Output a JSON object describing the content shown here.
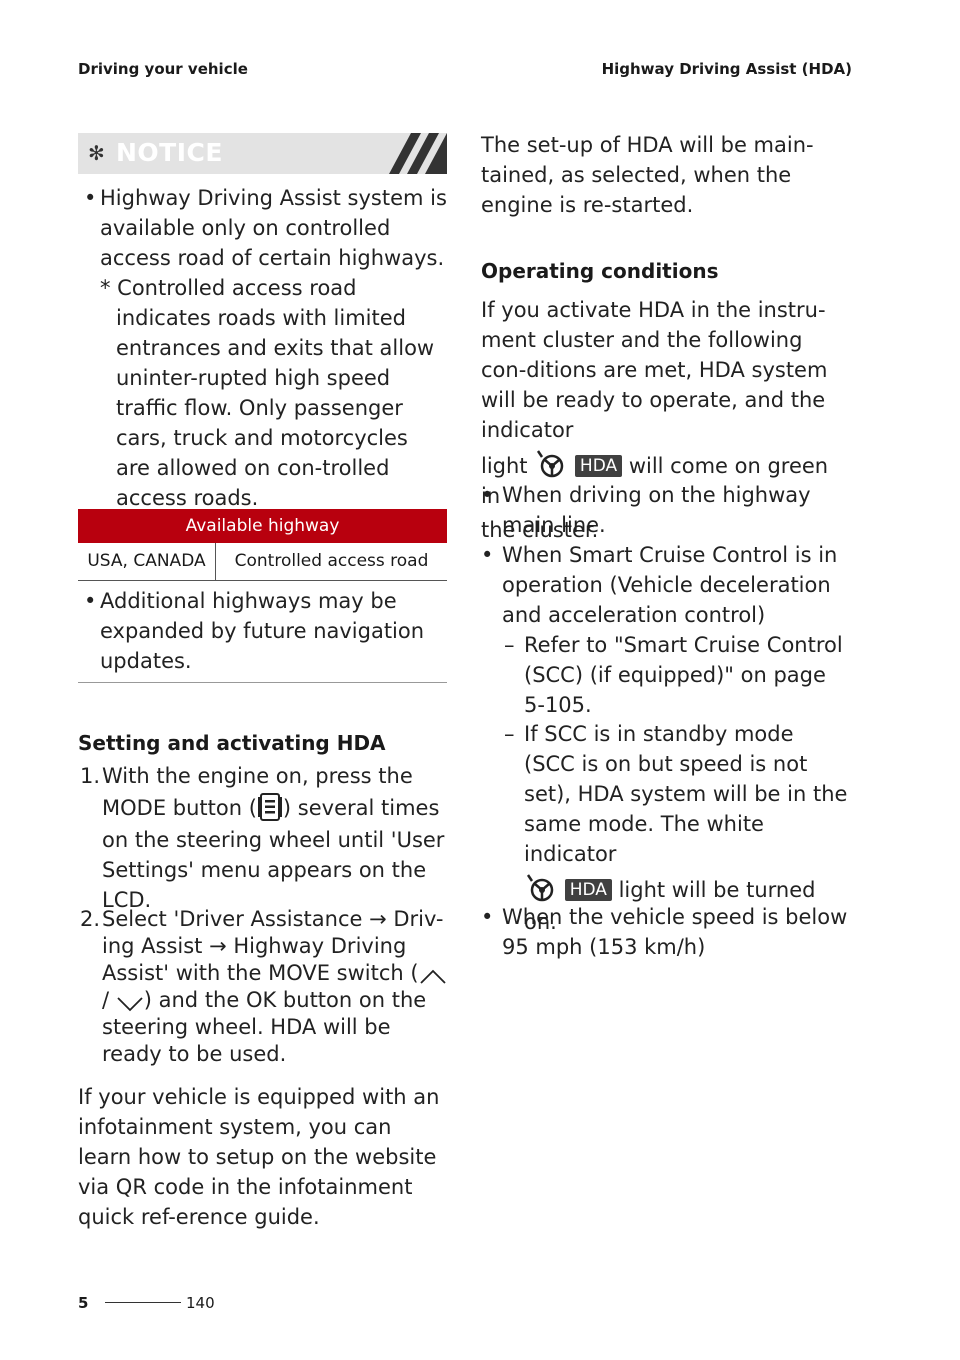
{
  "header": {
    "left": "Driving your vehicle",
    "right": "Highway Driving Assist (HDA)"
  },
  "notice": {
    "title": "NOTICE",
    "bullet1": "Highway Driving Assist system is available only on controlled access road of certain highways.",
    "footnote": "* Controlled access road indicates roads with limited entrances and exits that allow uninter-rupted high speed traffic flow. Only passenger cars, truck and motorcycles are allowed on con-trolled access roads.",
    "table": {
      "header": "Available highway",
      "rows": [
        [
          "USA, CANADA",
          "Controlled access road"
        ]
      ]
    },
    "bullet2": "Additional highways may be expanded by future navigation updates."
  },
  "setting": {
    "heading": "Setting and activating HDA",
    "step1_num": "1.",
    "step1_a": "With the engine on, press the",
    "step1_b1": "MODE button (",
    "step1_b2": ") several times",
    "step1_c": "on the steering wheel until 'User Settings' menu appears on the LCD.",
    "step2_num": "2.",
    "step2_a": "Select 'Driver Assistance → Driv-ing Assist → Highway Driving Assist' with the MOVE switch (",
    "step2_b": "/",
    "step2_c": ") and the OK button on the steering wheel. HDA will be ready to be used.",
    "para": "If your vehicle is equipped with an infotainment system, you can learn how to setup on the website via QR code in the infotainment quick ref-erence guide."
  },
  "right": {
    "intro": "The set-up of HDA will be main-tained, as selected, when the engine is re-started.",
    "heading": "Operating conditions",
    "p1": "If you activate HDA in the instru-ment cluster and the following con-ditions are met, HDA system will be ready to operate, and the indicator",
    "p1_light": "light",
    "hda_label": "HDA",
    "p1_tail": "will come on green in",
    "p1_end": "the cluster.",
    "b1": "When driving on the highway main line.",
    "b2": "When Smart Cruise Control is in operation (Vehicle deceleration and acceleration control)",
    "d1": "Refer to \"Smart Cruise Control (SCC) (if equipped)\" on page 5-105.",
    "d2": "If SCC is in standby mode (SCC is on but speed is not set), HDA system will be in the same mode. The white indicator",
    "d2_tail": "light will be turned",
    "d2_end": "on.",
    "b3": "When the vehicle speed is below 95 mph (153 km/h)"
  },
  "footer": {
    "chapter": "5",
    "page": "140"
  }
}
